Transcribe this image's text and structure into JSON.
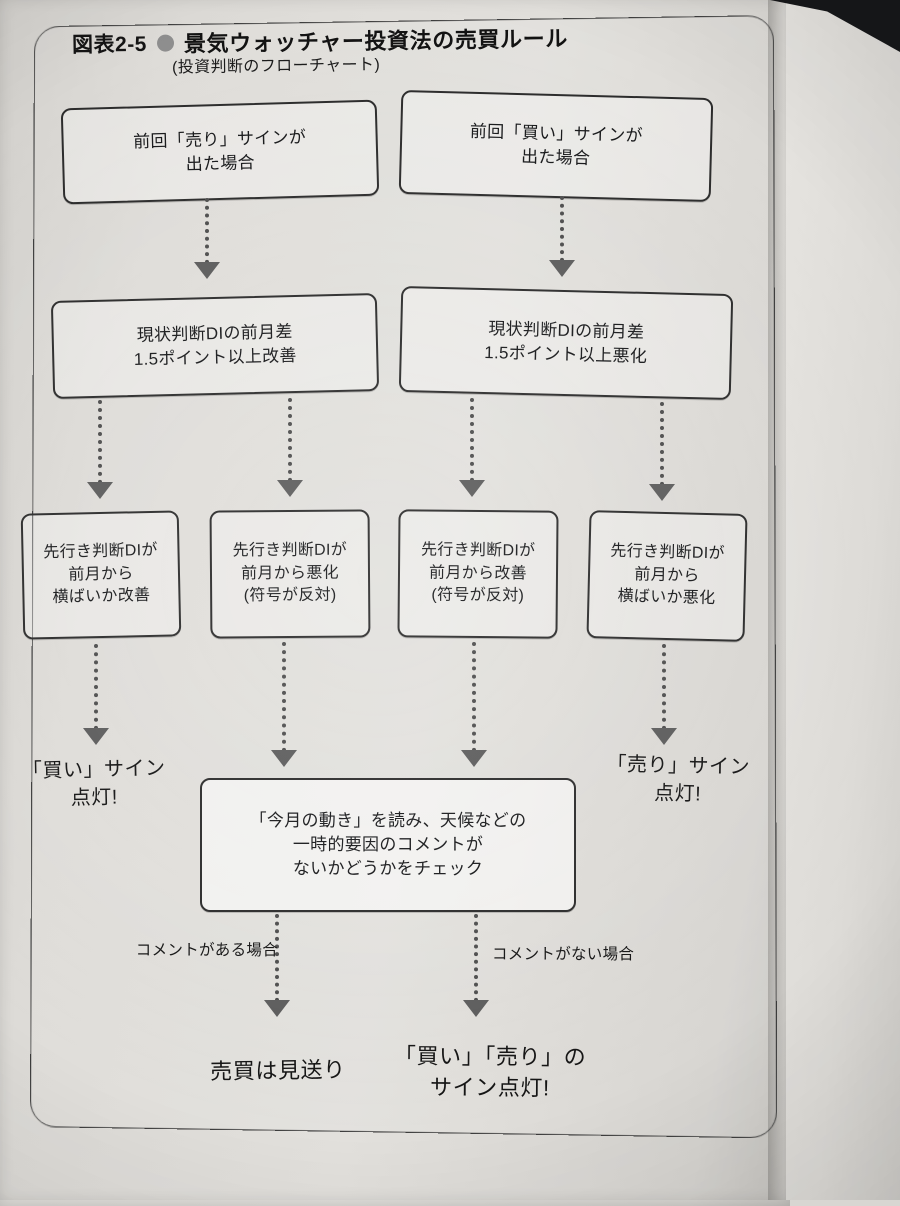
{
  "figure": {
    "number": "図表2-5",
    "bullet_icon": "filled-circle-bullet",
    "title": "景気ウォッチャー投資法の売買ルール",
    "subtitle": "(投資判断のフローチャート)"
  },
  "colors": {
    "page": "#dedcd8",
    "ink": "#17181a",
    "box_border": "#2b2b2b",
    "arrow": "#5c5c5c",
    "bullet": "#8e8e8e"
  },
  "flow": {
    "row1": [
      {
        "id": "prev-sell-signal",
        "text": "前回「売り」サインが\n出た場合"
      },
      {
        "id": "prev-buy-signal",
        "text": "前回「買い」サインが\n出た場合"
      }
    ],
    "row2": [
      {
        "id": "current-di-improve",
        "text": "現状判断DIの前月差\n1.5ポイント以上改善"
      },
      {
        "id": "current-di-worsen",
        "text": "現状判断DIの前月差\n1.5ポイント以上悪化"
      }
    ],
    "row3": [
      {
        "id": "future-di-flat-or-improve",
        "text": "先行き判断DIが\n前月から\n横ばいか改善"
      },
      {
        "id": "future-di-worsen-opposite",
        "text": "先行き判断DIが\n前月から悪化\n(符号が反対)"
      },
      {
        "id": "future-di-improve-opposite",
        "text": "先行き判断DIが\n前月から改善\n(符号が反対)"
      },
      {
        "id": "future-di-flat-or-worsen",
        "text": "先行き判断DIが\n前月から\n横ばいか悪化"
      }
    ],
    "signals": {
      "buy": "「買い」サイン\n点灯!",
      "sell": "「売り」サイン\n点灯!"
    },
    "check_box": {
      "id": "monthly-movement-check",
      "text": "「今月の動き」を読み、天候などの\n一時的要因のコメントが\nないかどうかをチェック"
    },
    "branch_labels": {
      "has_comment": "コメントがある場合",
      "no_comment": "コメントがない場合"
    },
    "results": {
      "skip": "売買は見送り",
      "signal_on": "「買い」「売り」の\nサイン点灯!"
    }
  }
}
